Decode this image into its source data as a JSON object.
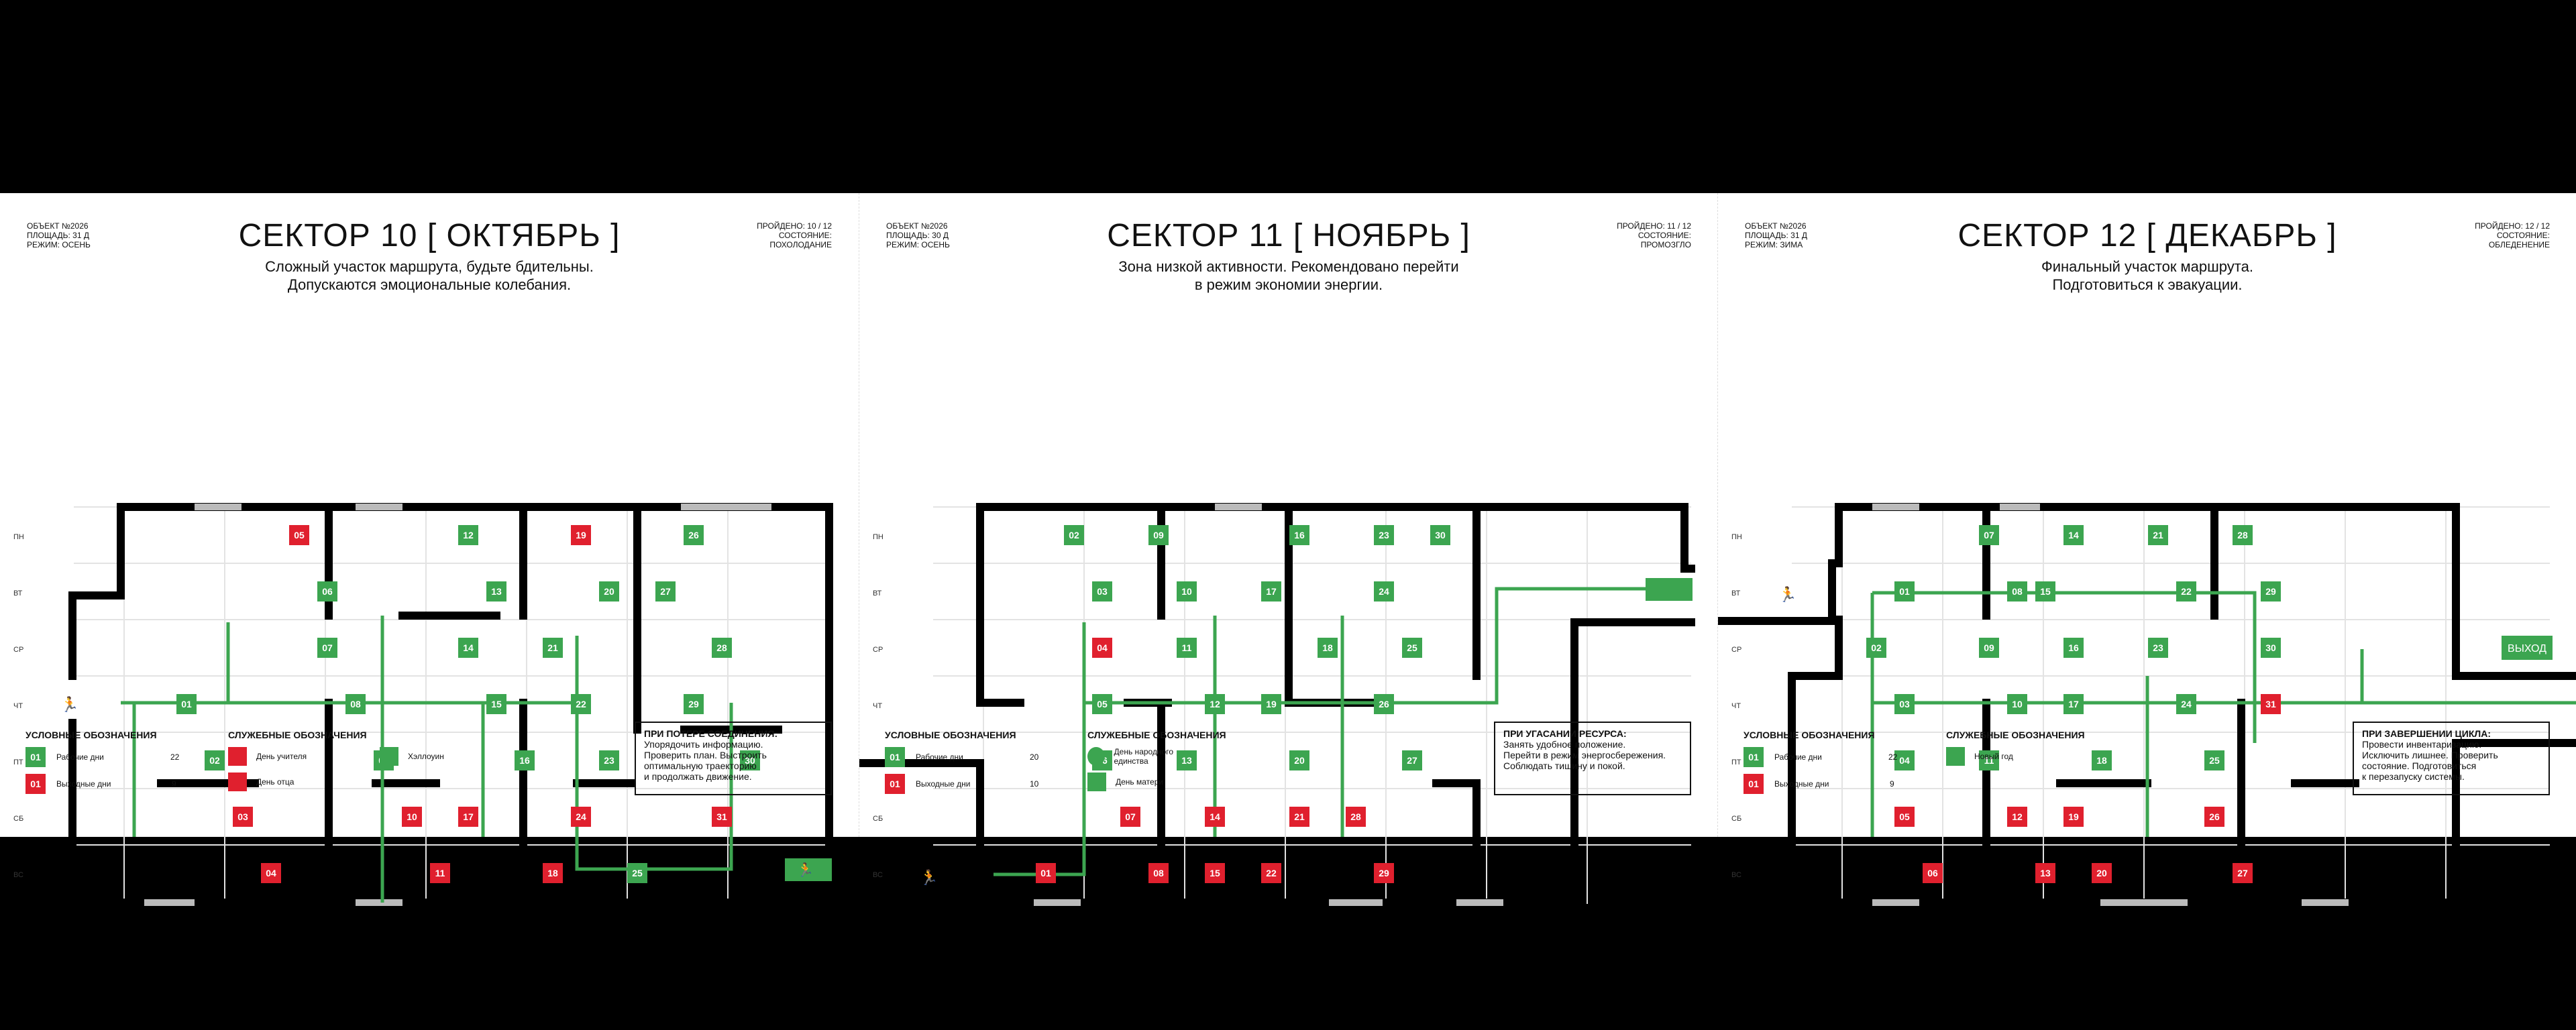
{
  "colors": {
    "work": "#3ca550",
    "holiday": "#e0202e",
    "wall": "#000000",
    "window": "#bbbbbb"
  },
  "days": [
    "ПН",
    "ВТ",
    "СР",
    "ЧТ",
    "ПТ",
    "СБ",
    "ВС"
  ],
  "sectors": [
    {
      "id": "s10",
      "meta_left": [
        "ОБЪЕКТ №2026",
        "ПЛОЩАДЬ: 31 д",
        "РЕЖИМ: ОСЕНЬ"
      ],
      "meta_right": [
        "ПРОЙДЕНО: 10 / 12",
        "СОСТОЯНИЕ:",
        "ПОХОЛОДАНИЕ"
      ],
      "title": "СЕКТОР 10 [ ОКТЯБРЬ ]",
      "subtitle": [
        "Сложный участок маршрута, будьте бдительны.",
        "Допускаются эмоциональные колебания."
      ],
      "legend_title": "УСЛОВНЫЕ ОБОЗНАЧЕНИЯ",
      "legend_work": "Рабочие дни",
      "legend_work_count": "22",
      "legend_off": "Выходные дни",
      "legend_off_count": "9",
      "service_title": "СЛУЖЕБНЫЕ ОБОЗНАЧЕНИЯ",
      "service": [
        {
          "icon": "teacher-day-icon",
          "label": "День учителя",
          "color": "#e0202e"
        },
        {
          "icon": "father-day-icon",
          "label": "День отца",
          "color": "#e0202e"
        },
        {
          "icon": "pumpkin-icon",
          "label": "Хэллоуин",
          "color": "#3ca550"
        }
      ],
      "notice_title": "ПРИ ПОТЕРЕ СОЕДИНЕНИЯ:",
      "notice_lines": [
        "Упорядочить информацию.",
        "Проверить план. Выстроить",
        "оптимальную траекторию",
        "и продолжать движение."
      ],
      "days": [
        {
          "n": "01",
          "w": 4,
          "d": 4,
          "r": 0
        },
        {
          "n": "02",
          "w": 5,
          "d": 5,
          "r": 0
        },
        {
          "n": "03",
          "w": 6,
          "d": 6,
          "r": 1
        },
        {
          "n": "04",
          "w": 7,
          "d": 7,
          "r": 1
        },
        {
          "n": "05",
          "w": 1,
          "d": 8,
          "r": 1
        },
        {
          "n": "06",
          "w": 2,
          "d": 9,
          "r": 0
        },
        {
          "n": "07",
          "w": 3,
          "d": 9,
          "r": 0
        },
        {
          "n": "08",
          "w": 4,
          "d": 10,
          "r": 0
        },
        {
          "n": "09",
          "w": 5,
          "d": 11,
          "r": 0
        },
        {
          "n": "10",
          "w": 6,
          "d": 12,
          "r": 1
        },
        {
          "n": "11",
          "w": 7,
          "d": 13,
          "r": 1
        },
        {
          "n": "12",
          "w": 1,
          "d": 14,
          "r": 0
        },
        {
          "n": "13",
          "w": 2,
          "d": 15,
          "r": 0
        },
        {
          "n": "14",
          "w": 3,
          "d": 14,
          "r": 0
        },
        {
          "n": "15",
          "w": 4,
          "d": 15,
          "r": 0
        },
        {
          "n": "16",
          "w": 5,
          "d": 16,
          "r": 0
        },
        {
          "n": "17",
          "w": 6,
          "d": 14,
          "r": 1
        },
        {
          "n": "18",
          "w": 7,
          "d": 17,
          "r": 1
        },
        {
          "n": "19",
          "w": 1,
          "d": 18,
          "r": 1
        },
        {
          "n": "20",
          "w": 2,
          "d": 19,
          "r": 0
        },
        {
          "n": "21",
          "w": 3,
          "d": 17,
          "r": 0
        },
        {
          "n": "22",
          "w": 4,
          "d": 18,
          "r": 0
        },
        {
          "n": "23",
          "w": 5,
          "d": 19,
          "r": 0
        },
        {
          "n": "24",
          "w": 6,
          "d": 18,
          "r": 1
        },
        {
          "n": "25",
          "w": 7,
          "d": 20,
          "r": 0
        },
        {
          "n": "26",
          "w": 1,
          "d": 22,
          "r": 0
        },
        {
          "n": "27",
          "w": 2,
          "d": 21,
          "r": 0
        },
        {
          "n": "28",
          "w": 3,
          "d": 23,
          "r": 0
        },
        {
          "n": "29",
          "w": 4,
          "d": 22,
          "r": 0
        },
        {
          "n": "30",
          "w": 5,
          "d": 24,
          "r": 0
        },
        {
          "n": "31",
          "w": 6,
          "d": 23,
          "r": 1
        }
      ]
    },
    {
      "id": "s11",
      "meta_left": [
        "ОБЪЕКТ №2026",
        "ПЛОЩАДЬ: 30 д",
        "РЕЖИМ: ОСЕНЬ"
      ],
      "meta_right": [
        "ПРОЙДЕНО: 11 / 12",
        "СОСТОЯНИЕ:",
        "ПРОМОЗГЛО"
      ],
      "title": "СЕКТОР 11 [ НОЯБРЬ ]",
      "subtitle": [
        "Зона низкой активности. Рекомендовано перейти",
        "в режим экономии энергии."
      ],
      "legend_title": "УСЛОВНЫЕ ОБОЗНАЧЕНИЯ",
      "legend_work": "Рабочие дни",
      "legend_work_count": "20",
      "legend_off": "Выходные дни",
      "legend_off_count": "10",
      "service_title": "СЛУЖЕБНЫЕ ОБОЗНАЧЕНИЯ",
      "service": [
        {
          "icon": "unity-day-icon",
          "label": "День народного единства",
          "color": "#3ca550"
        },
        {
          "icon": "mother-day-icon",
          "label": "День матери",
          "color": "#3ca550"
        }
      ],
      "notice_title": "ПРИ УГАСАНИИ РЕСУРСА:",
      "notice_lines": [
        "Занять удобное положение.",
        "Перейти в режим энергосбережения.",
        "Соблюдать тишину и покой."
      ],
      "days": [
        {
          "n": "01",
          "w": 7,
          "d": 4,
          "r": 1
        },
        {
          "n": "02",
          "w": 1,
          "d": 5,
          "r": 0
        },
        {
          "n": "03",
          "w": 2,
          "d": 6,
          "r": 0
        },
        {
          "n": "04",
          "w": 3,
          "d": 6,
          "r": 1
        },
        {
          "n": "05",
          "w": 4,
          "d": 6,
          "r": 0
        },
        {
          "n": "06",
          "w": 5,
          "d": 6,
          "r": 0
        },
        {
          "n": "07",
          "w": 6,
          "d": 7,
          "r": 1
        },
        {
          "n": "08",
          "w": 7,
          "d": 8,
          "r": 1
        },
        {
          "n": "09",
          "w": 1,
          "d": 8,
          "r": 0
        },
        {
          "n": "10",
          "w": 2,
          "d": 9,
          "r": 0
        },
        {
          "n": "11",
          "w": 3,
          "d": 9,
          "r": 0
        },
        {
          "n": "12",
          "w": 4,
          "d": 10,
          "r": 0
        },
        {
          "n": "13",
          "w": 5,
          "d": 9,
          "r": 0
        },
        {
          "n": "14",
          "w": 6,
          "d": 10,
          "r": 1
        },
        {
          "n": "15",
          "w": 7,
          "d": 10,
          "r": 1
        },
        {
          "n": "16",
          "w": 1,
          "d": 13,
          "r": 0
        },
        {
          "n": "17",
          "w": 2,
          "d": 12,
          "r": 0
        },
        {
          "n": "18",
          "w": 3,
          "d": 14,
          "r": 0
        },
        {
          "n": "19",
          "w": 4,
          "d": 12,
          "r": 0
        },
        {
          "n": "20",
          "w": 5,
          "d": 13,
          "r": 0
        },
        {
          "n": "21",
          "w": 6,
          "d": 13,
          "r": 1
        },
        {
          "n": "22",
          "w": 7,
          "d": 12,
          "r": 1
        },
        {
          "n": "23",
          "w": 1,
          "d": 16,
          "r": 0
        },
        {
          "n": "24",
          "w": 2,
          "d": 16,
          "r": 0
        },
        {
          "n": "25",
          "w": 3,
          "d": 17,
          "r": 0
        },
        {
          "n": "26",
          "w": 4,
          "d": 16,
          "r": 0
        },
        {
          "n": "27",
          "w": 5,
          "d": 17,
          "r": 0
        },
        {
          "n": "28",
          "w": 6,
          "d": 15,
          "r": 1
        },
        {
          "n": "29",
          "w": 7,
          "d": 16,
          "r": 1
        },
        {
          "n": "30",
          "w": 1,
          "d": 18,
          "r": 0
        }
      ]
    },
    {
      "id": "s12",
      "meta_left": [
        "ОБЪЕКТ №2026",
        "ПЛОЩАДЬ: 31 д",
        "РЕЖИМ: ЗИМА"
      ],
      "meta_right": [
        "ПРОЙДЕНО: 12 / 12",
        "СОСТОЯНИЕ:",
        "ОБЛЕДЕНЕНИЕ"
      ],
      "title": "СЕКТОР 12 [ ДЕКАБРЬ ]",
      "subtitle": [
        "Финальный участок маршрута.",
        "Подготовиться к эвакуации."
      ],
      "legend_title": "УСЛОВНЫЕ ОБОЗНАЧЕНИЯ",
      "legend_work": "Рабочие дни",
      "legend_work_count": "22",
      "legend_off": "Выходные дни",
      "legend_off_count": "9",
      "service_title": "СЛУЖЕБНЫЕ ОБОЗНАЧЕНИЯ",
      "service": [
        {
          "icon": "new-year-icon",
          "label": "Новый год",
          "color": "#3ca550"
        }
      ],
      "notice_title": "ПРИ ЗАВЕРШЕНИИ ЦИКЛА:",
      "notice_lines": [
        "Провести инвентаризацию.",
        "Исключить лишнее. Проверить",
        "состояние. Подготовиться",
        "к перезапуску системы."
      ],
      "exit_label": "ВЫХОД",
      "days": [
        {
          "n": "01",
          "w": 2,
          "d": 4,
          "r": 0
        },
        {
          "n": "02",
          "w": 3,
          "d": 3,
          "r": 0
        },
        {
          "n": "03",
          "w": 4,
          "d": 4,
          "r": 0
        },
        {
          "n": "04",
          "w": 5,
          "d": 4,
          "r": 0
        },
        {
          "n": "05",
          "w": 6,
          "d": 4,
          "r": 1
        },
        {
          "n": "06",
          "w": 7,
          "d": 5,
          "r": 1
        },
        {
          "n": "07",
          "w": 1,
          "d": 7,
          "r": 0
        },
        {
          "n": "08",
          "w": 2,
          "d": 8,
          "r": 0
        },
        {
          "n": "09",
          "w": 3,
          "d": 7,
          "r": 0
        },
        {
          "n": "10",
          "w": 4,
          "d": 8,
          "r": 0
        },
        {
          "n": "11",
          "w": 5,
          "d": 7,
          "r": 0
        },
        {
          "n": "12",
          "w": 6,
          "d": 8,
          "r": 1
        },
        {
          "n": "13",
          "w": 7,
          "d": 9,
          "r": 1
        },
        {
          "n": "14",
          "w": 1,
          "d": 10,
          "r": 0
        },
        {
          "n": "15",
          "w": 2,
          "d": 9,
          "r": 0
        },
        {
          "n": "16",
          "w": 3,
          "d": 10,
          "r": 0
        },
        {
          "n": "17",
          "w": 4,
          "d": 10,
          "r": 0
        },
        {
          "n": "18",
          "w": 5,
          "d": 11,
          "r": 0
        },
        {
          "n": "19",
          "w": 6,
          "d": 10,
          "r": 1
        },
        {
          "n": "20",
          "w": 7,
          "d": 11,
          "r": 1
        },
        {
          "n": "21",
          "w": 1,
          "d": 13,
          "r": 0
        },
        {
          "n": "22",
          "w": 2,
          "d": 14,
          "r": 0
        },
        {
          "n": "23",
          "w": 3,
          "d": 13,
          "r": 0
        },
        {
          "n": "24",
          "w": 4,
          "d": 14,
          "r": 0
        },
        {
          "n": "25",
          "w": 5,
          "d": 15,
          "r": 0
        },
        {
          "n": "26",
          "w": 6,
          "d": 15,
          "r": 1
        },
        {
          "n": "27",
          "w": 7,
          "d": 16,
          "r": 1
        },
        {
          "n": "28",
          "w": 1,
          "d": 16,
          "r": 0
        },
        {
          "n": "29",
          "w": 2,
          "d": 17,
          "r": 0
        },
        {
          "n": "30",
          "w": 3,
          "d": 17,
          "r": 0
        },
        {
          "n": "31",
          "w": 4,
          "d": 17,
          "r": 1
        }
      ]
    }
  ]
}
